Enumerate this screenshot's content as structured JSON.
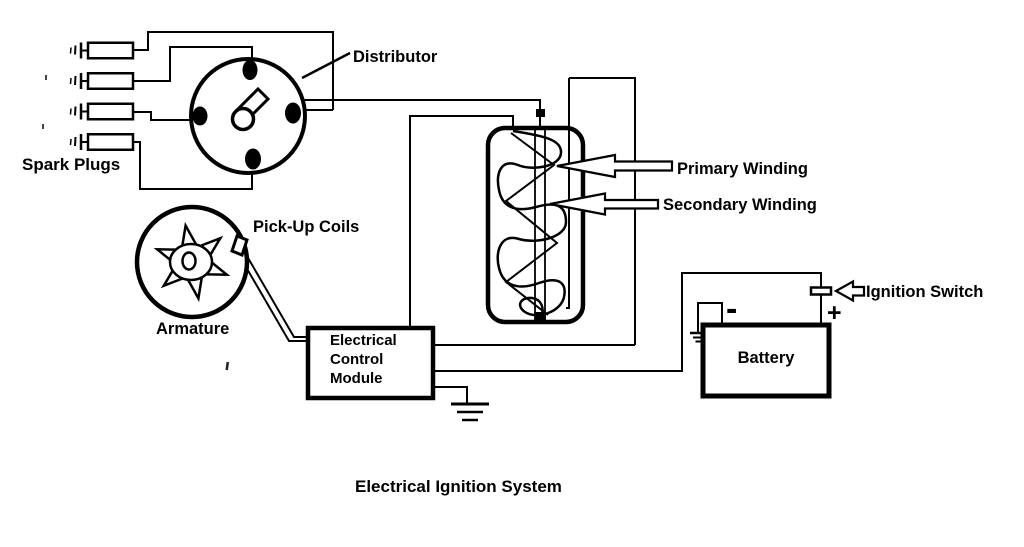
{
  "title": "Electrical Ignition System",
  "labels": {
    "spark_plugs": "Spark Plugs",
    "distributor": "Distributor",
    "pick_up_coils": "Pick-Up Coils",
    "armature": "Armature",
    "primary_winding": "Primary Winding",
    "secondary_winding": "Secondary Winding",
    "ignition_switch": "Ignition Switch",
    "battery": "Battery",
    "battery_plus": "+",
    "battery_minus": "-",
    "ecm_line1": "Electrical",
    "ecm_line2": "Control",
    "ecm_line3": "Module"
  },
  "colors": {
    "line": "#000000",
    "background": "#ffffff"
  }
}
